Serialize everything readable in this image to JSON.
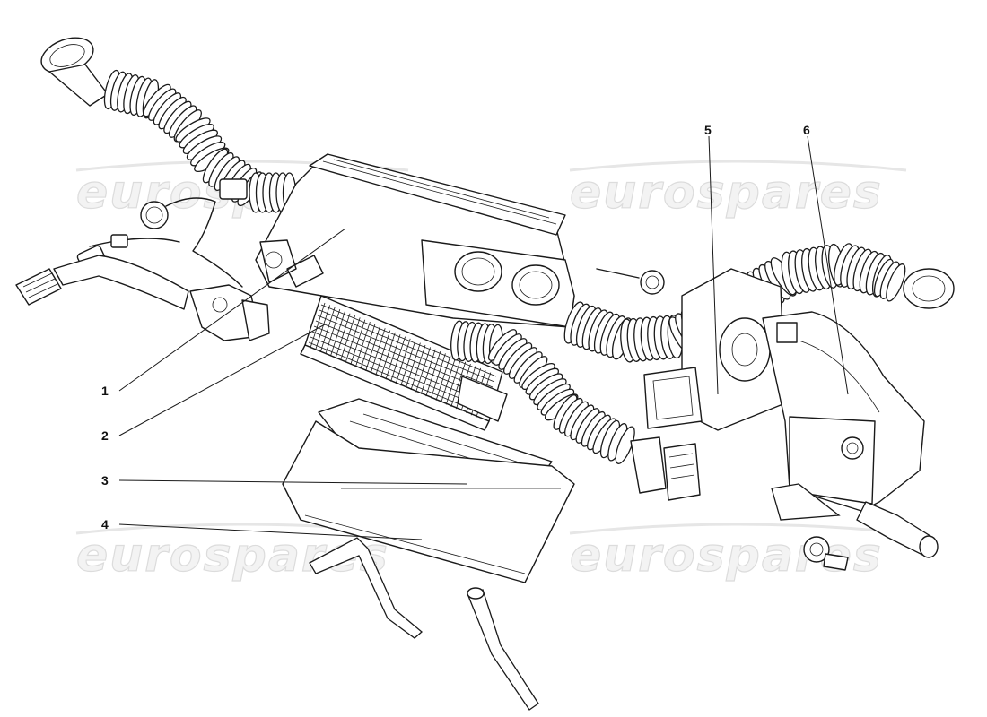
{
  "watermark": {
    "text": "eurospares"
  },
  "callouts": [
    {
      "id": "1",
      "label": "1"
    },
    {
      "id": "2",
      "label": "2"
    },
    {
      "id": "3",
      "label": "3"
    },
    {
      "id": "4",
      "label": "4"
    },
    {
      "id": "5",
      "label": "5"
    },
    {
      "id": "6",
      "label": "6"
    }
  ]
}
